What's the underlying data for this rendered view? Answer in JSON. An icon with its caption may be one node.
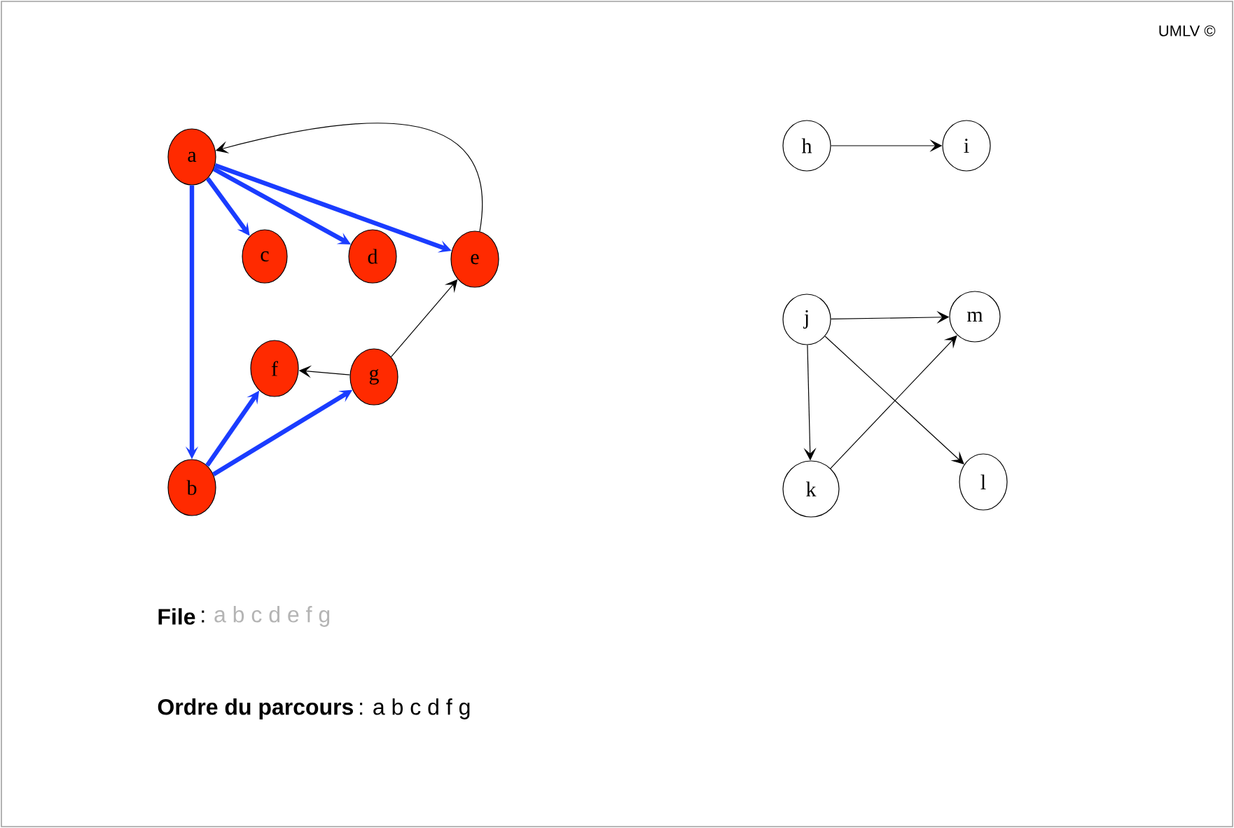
{
  "diagram": {
    "nodes": [
      {
        "text": [
          "a"
        ]
      },
      {
        "text": [
          "b"
        ]
      },
      {
        "text": [
          "c"
        ]
      },
      {
        "text": [
          "d"
        ]
      },
      {
        "text": [
          "e"
        ]
      },
      {
        "text": [
          "f"
        ]
      },
      {
        "text": [
          "g"
        ]
      },
      {
        "text": [
          "h"
        ]
      },
      {
        "text": [
          "i"
        ]
      },
      {
        "text": [
          "j"
        ]
      },
      {
        "text": [
          "k"
        ]
      },
      {
        "text": [
          "l"
        ]
      },
      {
        "text": [
          "m"
        ]
      }
    ],
    "edges": [
      {
        "from": 0,
        "to": 1,
        "arrow": "to",
        "style": "thick",
        "color": "#1a3cff"
      },
      {
        "from": 0,
        "to": 2,
        "arrow": "to",
        "style": "thick",
        "color": "#1a3cff"
      },
      {
        "from": 0,
        "to": 3,
        "arrow": "to",
        "style": "thick",
        "color": "#1a3cff"
      },
      {
        "from": 0,
        "to": 4,
        "arrow": "to",
        "style": "thick",
        "color": "#1a3cff"
      },
      {
        "from": 4,
        "to": 0,
        "arrow": "to"
      },
      {
        "from": 1,
        "to": 5,
        "arrow": "to",
        "style": "thick",
        "color": "#1a3cff"
      },
      {
        "from": 1,
        "to": 6,
        "arrow": "to",
        "style": "thick",
        "color": "#1a3cff"
      },
      {
        "from": 6,
        "to": 5,
        "arrow": "to"
      },
      {
        "from": 6,
        "to": 4,
        "arrow": "to"
      },
      {
        "from": 7,
        "to": 8,
        "arrow": "to"
      },
      {
        "from": 9,
        "to": 12,
        "arrow": "to"
      },
      {
        "from": 9,
        "to": 10,
        "arrow": "to"
      },
      {
        "from": 9,
        "to": 11,
        "arrow": "to"
      },
      {
        "from": 10,
        "to": 12,
        "arrow": "to"
      }
    ],
    "labels": [
      "UMLV ©",
      "File",
      ":",
      "a b c d e f g",
      "Ordre du parcours",
      ": a b c d f g"
    ]
  }
}
